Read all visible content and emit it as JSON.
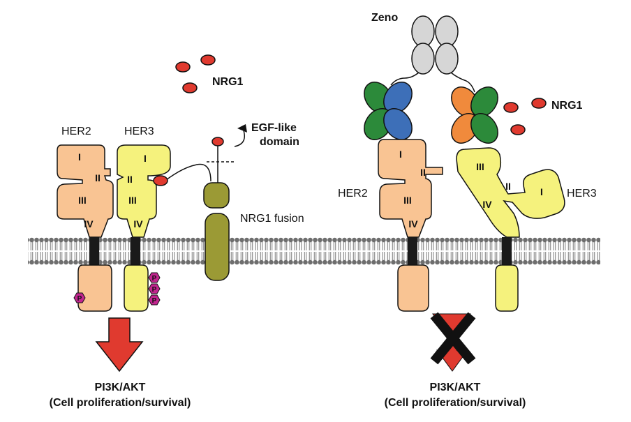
{
  "colors": {
    "her2": "#f9c493",
    "her3": "#f5f27d",
    "nrg1": "#e03a2f",
    "fusion": "#9b9a35",
    "zeno": "#d6d6d6",
    "green": "#2c8a3a",
    "blue": "#3d6fb8",
    "orange": "#f08a3c",
    "phospho": "#c2258f",
    "membrane_head": "#6e6e6e"
  },
  "left_panel": {
    "nrg1_label": "NRG1",
    "her2_label": "HER2",
    "her3_label": "HER3",
    "egf_label_line1": "EGF-like",
    "egf_label_line2": "domain",
    "fusion_label": "NRG1 fusion",
    "domains_her2": [
      "I",
      "II",
      "III",
      "IV"
    ],
    "domains_her3": [
      "I",
      "II",
      "III",
      "IV"
    ],
    "phospho_label": "P",
    "output_line1": "PI3K/AKT",
    "output_line2": "(Cell proliferation/survival)"
  },
  "right_panel": {
    "zeno_label": "Zeno",
    "nrg1_label": "NRG1",
    "her2_label": "HER2",
    "her3_label": "HER3",
    "domains_her2": [
      "I",
      "II",
      "III",
      "IV"
    ],
    "domains_her3": [
      "III",
      "II",
      "I",
      "IV"
    ],
    "output_line1": "PI3K/AKT",
    "output_line2": "(Cell proliferation/survival)"
  }
}
